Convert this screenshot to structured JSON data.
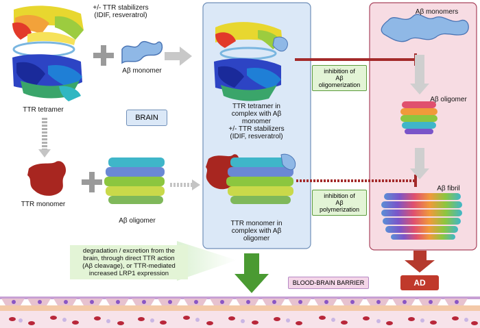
{
  "labels": {
    "stabilizers_top": "+/- TTR stabilizers\n(IDIF, resveratrol)",
    "abeta_monomer_left": "Aβ monomer",
    "ttr_tetramer": "TTR tetramer",
    "brain": "BRAIN",
    "ttr_monomer": "TTR monomer",
    "abeta_oligomer_left": "Aβ oligomer",
    "complex_tetramer": "TTR tetramer in\ncomplex with Aβ\nmonomer\n+/- TTR stabilizers\n(IDIF, resveratrol)",
    "complex_monomer": "TTR monomer in\ncomplex with Aβ\noligomer",
    "inhibition_oligomerization": "inhibition of\nAβ\noligomerization",
    "inhibition_polymerization": "inhibition of\nAβ\npolymerization",
    "abeta_monomers_right": "Aβ monomers",
    "abeta_oligomer_right": "Aβ oligomer",
    "abeta_fibril": "Aβ fibril",
    "degradation": "degradation / excretion from the\nbrain, through direct TTR action\n(Aβ cleavage), or TTR-mediated\nincreased LRP1 expression",
    "bbb": "BLOOD-BRAIN BARRIER",
    "ad": "AD"
  },
  "colors": {
    "center_panel_fill": "#dbe8f7",
    "center_panel_border": "#6f8fb8",
    "right_panel_fill": "#f7dce3",
    "right_panel_border": "#a8435c",
    "inhibition_box_fill": "#e3f4d6",
    "inhibition_box_border": "#5a9a3a",
    "brain_box_fill": "#dbe8f7",
    "bbb_box_fill": "#f4d6e8",
    "ad_box_fill": "#c0392b",
    "inhibitor_line": "#a32a2a",
    "green_arrow": "#4a9a32",
    "red_arrow": "#b53a2e"
  }
}
